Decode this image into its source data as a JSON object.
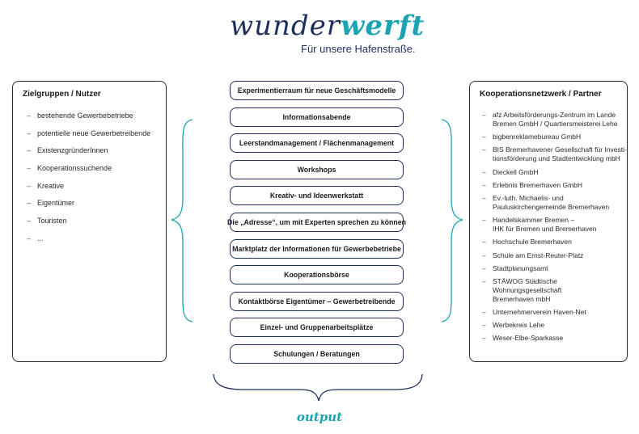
{
  "logo": {
    "word1": "wunder",
    "word2": "werft",
    "tagline": "Für unsere Hafenstraße."
  },
  "left_box": {
    "title": "Zielgruppen / Nutzer",
    "items": [
      "bestehende Gewerbebetriebe",
      "potentielle neue Gewerbetreibende",
      "ExistenzgründerInnen",
      "Kooperationssuchende",
      "Kreative",
      "Eigentümer",
      "Touristen",
      "..."
    ]
  },
  "center": {
    "items": [
      "Experimentierraum für neue Geschäftsmodelle",
      "Informationsabende",
      "Leerstandmanagement / Flächenmanagement",
      "Workshops",
      "Kreativ- und Ideenwerkstatt",
      "Die „Adresse“, um mit Experten sprechen zu können",
      "Marktplatz der Informationen für Gewerbebetriebe",
      "Kooperationsbörse",
      "Kontaktbörse Eigentümer – Gewerbetreibende",
      "Einzel- und Gruppenarbeitsplätze",
      "Schulungen / Beratungen"
    ],
    "output_label": "output"
  },
  "right_box": {
    "title": "Kooperationsnetzwerk / Partner",
    "items": [
      "afz Arbeitsförderungs-Zentrum im Lande\nBremen GmbH / Quartiersmeisterei Lehe",
      "bigbenreklamebureau GmbH",
      "BIS Bremerhavener Gesellschaft für Investi-\ntionsförderung und Stadtentwicklung mbH",
      "Dieckell GmbH",
      "Erlebnis Bremerhaven GmbH",
      "Ev.-luth. Michaelis- und\nPauluskirchengemeinde Bremerhaven",
      "Handelskammer Bremen –\nIHK für Bremen und Bremerhaven",
      "Hochschule Bremerhaven",
      "Schule am Ernst-Reuter-Platz",
      "Stadtplanungsamt",
      "STÄWOG Städtische Wohnungsgesellschaft\nBremerhaven mbH",
      "Unternehmerverein Haven-Net",
      "Werbekreis Lehe",
      "Weser-Elbe-Sparkasse"
    ]
  },
  "colors": {
    "navy": "#1d2f5a",
    "teal": "#1aa3b3"
  }
}
